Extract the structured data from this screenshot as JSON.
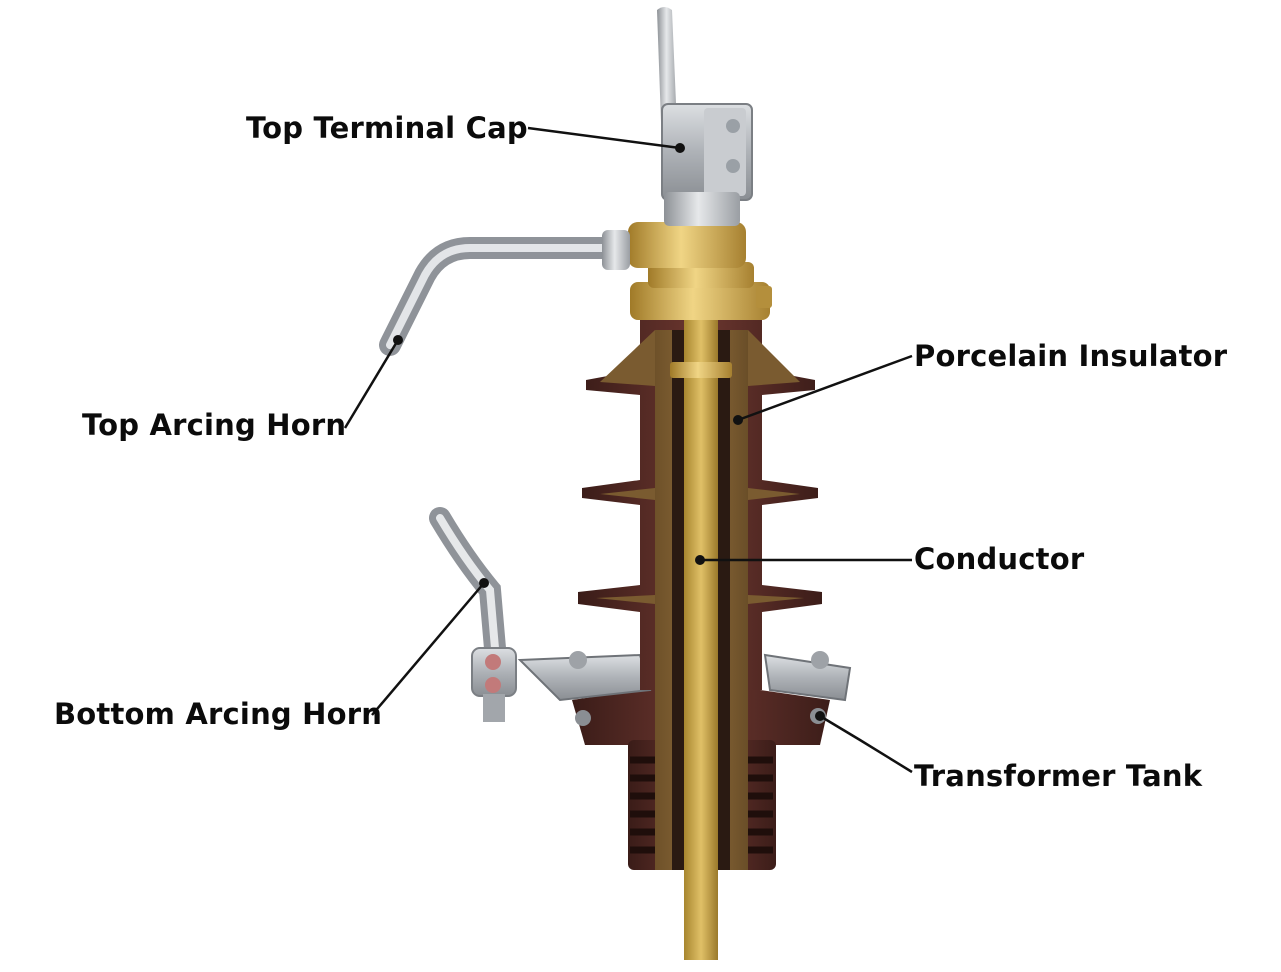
{
  "labels": {
    "top_terminal_cap": "Top Terminal Cap",
    "porcelain_insulator": "Porcelain Insulator",
    "top_arcing_horn": "Top Arcing Horn",
    "conductor": "Conductor",
    "bottom_arcing_horn": "Bottom Arcing Horn",
    "transformer_tank": "Transformer Tank"
  },
  "colors": {
    "porcelain": "#4a2620",
    "porcelain_highlight": "#7a4038",
    "cut_face": "#7a5b30",
    "conductor": "#c9a648",
    "brass": "#d7b45a",
    "steel": "#c2c5c9",
    "leader_line": "#111111"
  }
}
